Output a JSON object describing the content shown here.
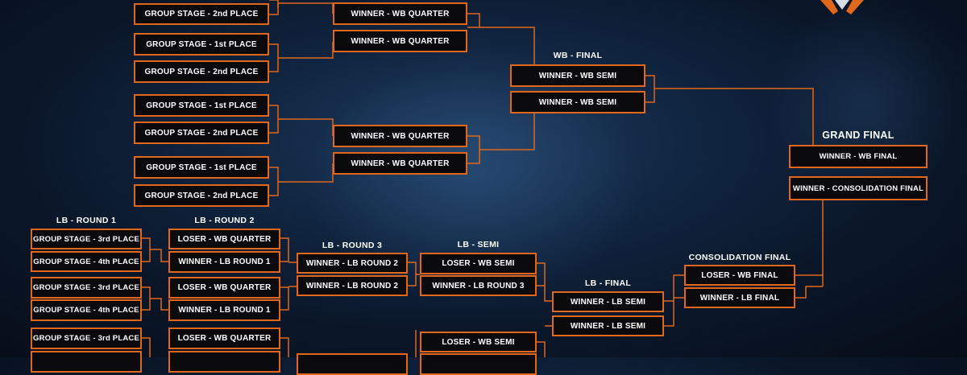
{
  "colors": {
    "accent": "#e0671c",
    "box_bg": "#0b0b0d",
    "text": "#ffffff"
  },
  "titles": {
    "wb_final": "WB - FINAL",
    "grand_final": "GRAND FINAL",
    "lb_round1": "LB - ROUND 1",
    "lb_round2": "LB - ROUND 2",
    "lb_round3": "LB - ROUND 3",
    "lb_semi": "LB - SEMI",
    "lb_final": "LB - FINAL",
    "consolidation_final": "CONSOLIDATION FINAL"
  },
  "group_stage": [
    "GROUP STAGE - 2nd PLACE",
    "GROUP STAGE - 1st PLACE",
    "GROUP STAGE - 2nd PLACE",
    "GROUP STAGE - 1st PLACE",
    "GROUP STAGE - 2nd PLACE",
    "GROUP STAGE - 1st PLACE",
    "GROUP STAGE - 2nd PLACE"
  ],
  "wb_quarter": [
    "WINNER - WB QUARTER",
    "WINNER - WB QUARTER",
    "WINNER - WB QUARTER",
    "WINNER - WB QUARTER"
  ],
  "wb_final_slots": [
    "WINNER - WB SEMI",
    "WINNER - WB SEMI"
  ],
  "grand_final_slots": [
    "WINNER - WB FINAL",
    "WINNER - CONSOLIDATION FINAL"
  ],
  "lb_round1": [
    "GROUP STAGE - 3rd PLACE",
    "GROUP STAGE - 4th PLACE",
    "GROUP STAGE - 3rd PLACE",
    "GROUP STAGE - 4th PLACE",
    "GROUP STAGE - 3rd PLACE"
  ],
  "lb_round2": [
    "LOSER - WB QUARTER",
    "WINNER - LB ROUND 1",
    "LOSER - WB QUARTER",
    "WINNER - LB ROUND 1",
    "LOSER - WB QUARTER"
  ],
  "lb_round3": [
    "WINNER - LB ROUND 2",
    "WINNER - LB ROUND 2"
  ],
  "lb_semi": [
    "LOSER - WB SEMI",
    "WINNER - LB ROUND 3",
    "LOSER - WB SEMI"
  ],
  "lb_final_slots": [
    "WINNER - LB SEMI",
    "WINNER - LB SEMI"
  ],
  "consolidation_slots": [
    "LOSER - WB FINAL",
    "WINNER - LB FINAL"
  ]
}
